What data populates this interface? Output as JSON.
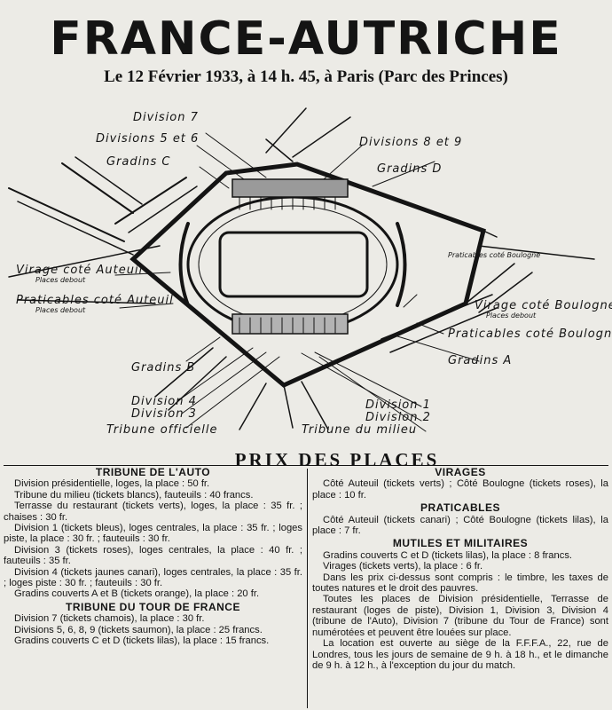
{
  "header": {
    "title": "FRANCE-AUTRICHE",
    "subtitle": "Le 12 Février 1933, à 14 h. 45, à Paris (Parc des Princes)"
  },
  "plan": {
    "labels": {
      "division_7": "Division 7",
      "divisions_5_6": "Divisions 5 et 6",
      "divisions_8_9": "Divisions 8 et 9",
      "gradins_c": "Gradins C",
      "gradins_d": "Gradins D",
      "gradins_a": "Gradins A",
      "gradins_b": "Gradins B",
      "virage_auteuil": "Virage coté Auteuil",
      "virage_boulogne": "Virage coté Boulogne",
      "places_debout": "Places debout",
      "praticables_auteuil": "Praticables coté Auteuil",
      "praticables_boulogne": "Praticables coté Boulogne",
      "division_4": "Division 4",
      "division_3": "Division 3",
      "division_1": "Division 1",
      "division_2": "Division 2",
      "tribune_officielle": "Tribune officielle",
      "tribune_milieu": "Tribune du milieu"
    }
  },
  "prices": {
    "heading": "PRIX DES PLACES",
    "left": [
      {
        "heading": "TRIBUNE DE L'AUTO",
        "paragraphs": [
          "Division présidentielle, loges, la place : 50 fr.",
          "Tribune du milieu (tickets blancs), fauteuils : 40 francs.",
          "Terrasse du restaurant (tickets verts), loges, la place : 35 fr. ; chaises : 30 fr.",
          "Division 1 (tickets bleus), loges centrales, la place : 35 fr. ; loges piste, la place : 30 fr. ; fauteuils : 30 fr.",
          "Division 3 (tickets roses), loges centrales, la place : 40 fr. ; fauteuils : 35 fr.",
          "Division 4 (tickets jaunes canari), loges centrales, la place : 35 fr. ; loges piste : 30 fr. ; fauteuils : 30 fr.",
          "Gradins couverts A et B (tickets orange), la place : 20 fr."
        ]
      },
      {
        "heading": "TRIBUNE DU TOUR DE FRANCE",
        "paragraphs": [
          "Division 7 (tickets chamois), la place : 30 fr.",
          "Divisions 5, 6, 8, 9 (tickets saumon), la place : 25 francs.",
          "Gradins couverts C et D (tickets lilas), la place : 15 francs."
        ]
      }
    ],
    "right": [
      {
        "heading": "VIRAGES",
        "paragraphs": [
          "Côté Auteuil (tickets verts) ; Côté Boulogne (tickets roses), la place : 10 fr."
        ]
      },
      {
        "heading": "PRATICABLES",
        "paragraphs": [
          "Côté Auteuil (tickets canari) ; Côté Boulogne (tickets lilas), la place : 7 fr."
        ]
      },
      {
        "heading": "MUTILES ET MILITAIRES",
        "paragraphs": [
          "Gradins couverts C et D (tickets lilas), la place : 8 francs.",
          "Virages (tickets verts), la place : 6 fr.",
          "Dans les prix ci-dessus sont compris : le timbre, les taxes de toutes natures et le droit des pauvres.",
          "Toutes les places de Division présidentielle, Terrasse de restaurant (loges de piste), Division 1, Division 3, Division 4 (tribune de l'Auto), Division 7 (tribune du Tour de France) sont numérotées et peuvent être louées sur place.",
          "La location est ouverte au siège de la F.F.F.A., 22, rue de Londres, tous les jours de semaine de 9 h. à 18 h., et le dimanche de 9 h. à 12 h., à l'exception du jour du match."
        ]
      }
    ]
  }
}
